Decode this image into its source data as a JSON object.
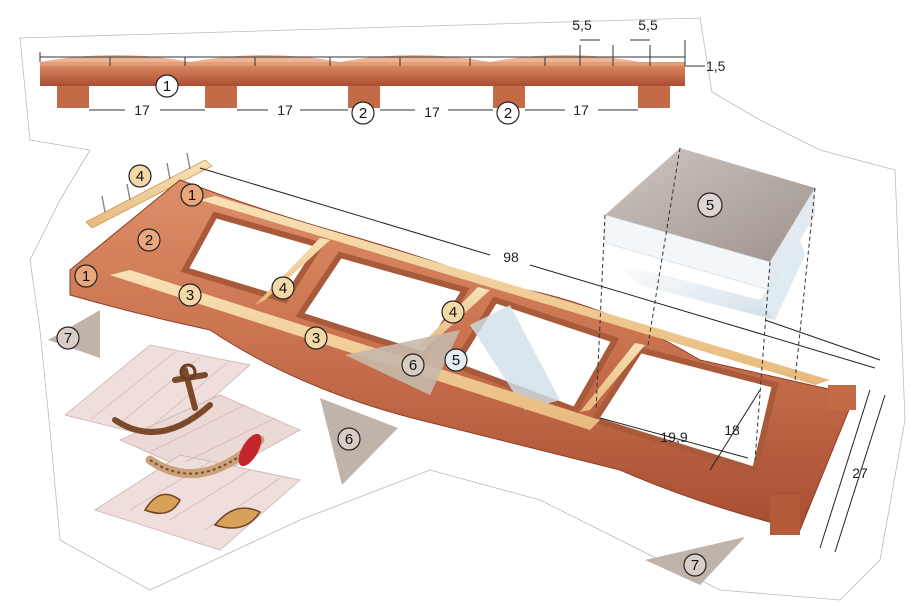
{
  "dimensions": {
    "span_a": "17",
    "span_b": "17",
    "span_c": "17",
    "span_d": "17",
    "top_left_gap": "5,5",
    "top_right_gap": "5,5",
    "thickness": "1,5",
    "total_length": "98",
    "total_width": "27",
    "pane_width": "19,9",
    "pane_height": "18"
  },
  "parts": {
    "p1": "1",
    "p2": "2",
    "p3": "3",
    "p4": "4",
    "p5": "5",
    "p6": "6",
    "p7": "7"
  },
  "colors": {
    "wood_dark": "#b85a3c",
    "wood_mid": "#cf7a55",
    "wood_light": "#e9a77b",
    "batten": "#f0c98e",
    "batten_light": "#f7dfb1",
    "glass": "#d8e4ec",
    "triangle": "#bfb3aa",
    "tile": "#eddcd8"
  }
}
